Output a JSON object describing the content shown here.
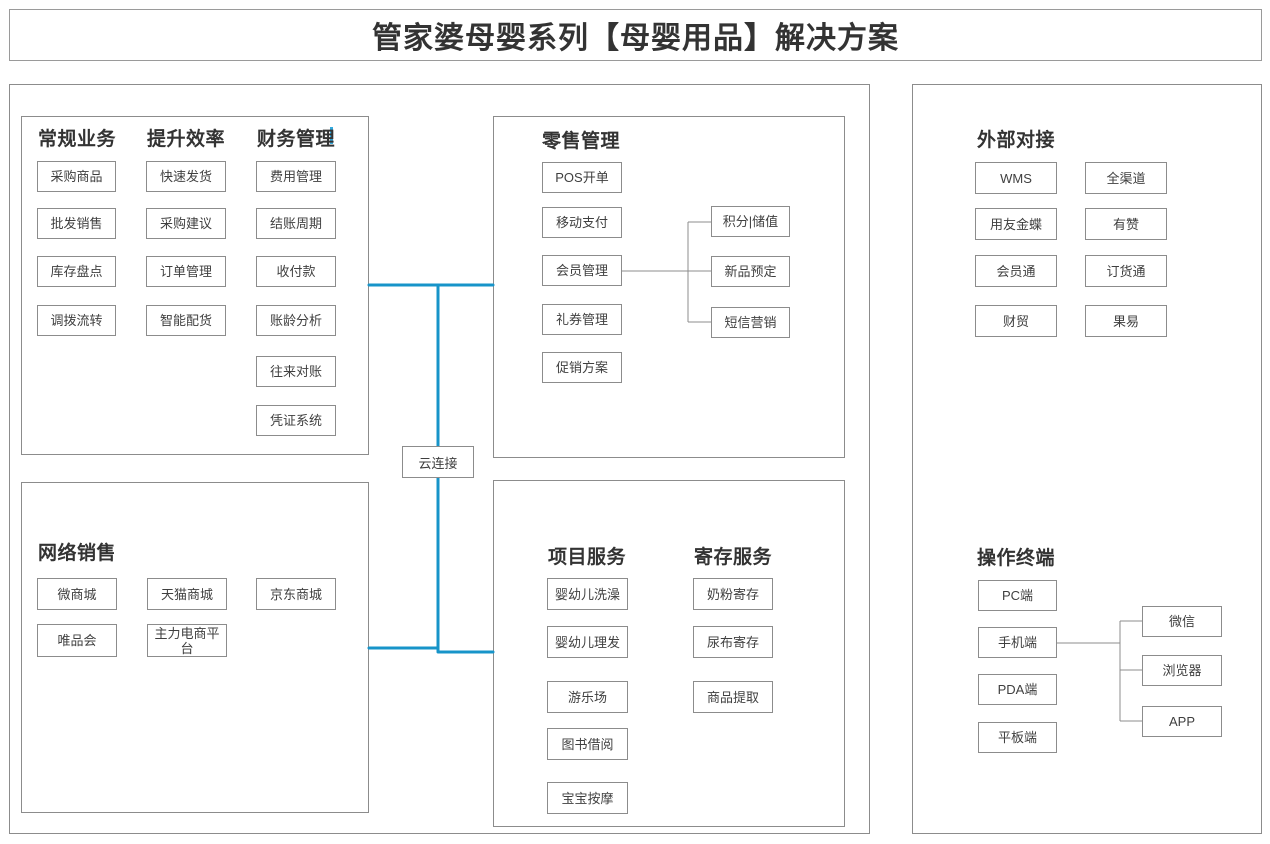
{
  "title": "管家婆母婴系列【母婴用品】解决方案",
  "cloud_label": "云连接",
  "colors": {
    "connector_blue": "#1794c9",
    "border_gray": "#8c8c8c"
  },
  "sections": {
    "regular": {
      "heading": "常规业务",
      "items": [
        "采购商品",
        "批发销售",
        "库存盘点",
        "调拨流转"
      ]
    },
    "efficiency": {
      "heading": "提升效率",
      "items": [
        "快速发货",
        "采购建议",
        "订单管理",
        "智能配货"
      ]
    },
    "finance": {
      "heading": "财务管理",
      "items": [
        "费用管理",
        "结账周期",
        "收付款",
        "账龄分析",
        "往来对账",
        "凭证系统"
      ]
    },
    "retail": {
      "heading": "零售管理",
      "items": [
        "POS开单",
        "移动支付",
        "会员管理",
        "礼券管理",
        "促销方案"
      ],
      "member_links": [
        "积分|储值",
        "新品预定",
        "短信营销"
      ]
    },
    "external": {
      "heading": "外部对接",
      "col1": [
        "WMS",
        "用友金蝶",
        "会员通",
        "财贸"
      ],
      "col2": [
        "全渠道",
        "有赞",
        "订货通",
        "果易"
      ]
    },
    "online": {
      "heading": "网络销售",
      "items": [
        "微商城",
        "天猫商城",
        "京东商城",
        "唯品会",
        "主力电商平台"
      ]
    },
    "project": {
      "heading": "项目服务",
      "items": [
        "婴幼儿洗澡",
        "婴幼儿理发",
        "游乐场",
        "图书借阅",
        "宝宝按摩"
      ]
    },
    "deposit": {
      "heading": "寄存服务",
      "items": [
        "奶粉寄存",
        "尿布寄存",
        "商品提取"
      ]
    },
    "terminal": {
      "heading": "操作终端",
      "items": [
        "PC端",
        "手机端",
        "PDA端",
        "平板端"
      ],
      "mobile_links": [
        "微信",
        "浏览器",
        "APP"
      ]
    }
  }
}
